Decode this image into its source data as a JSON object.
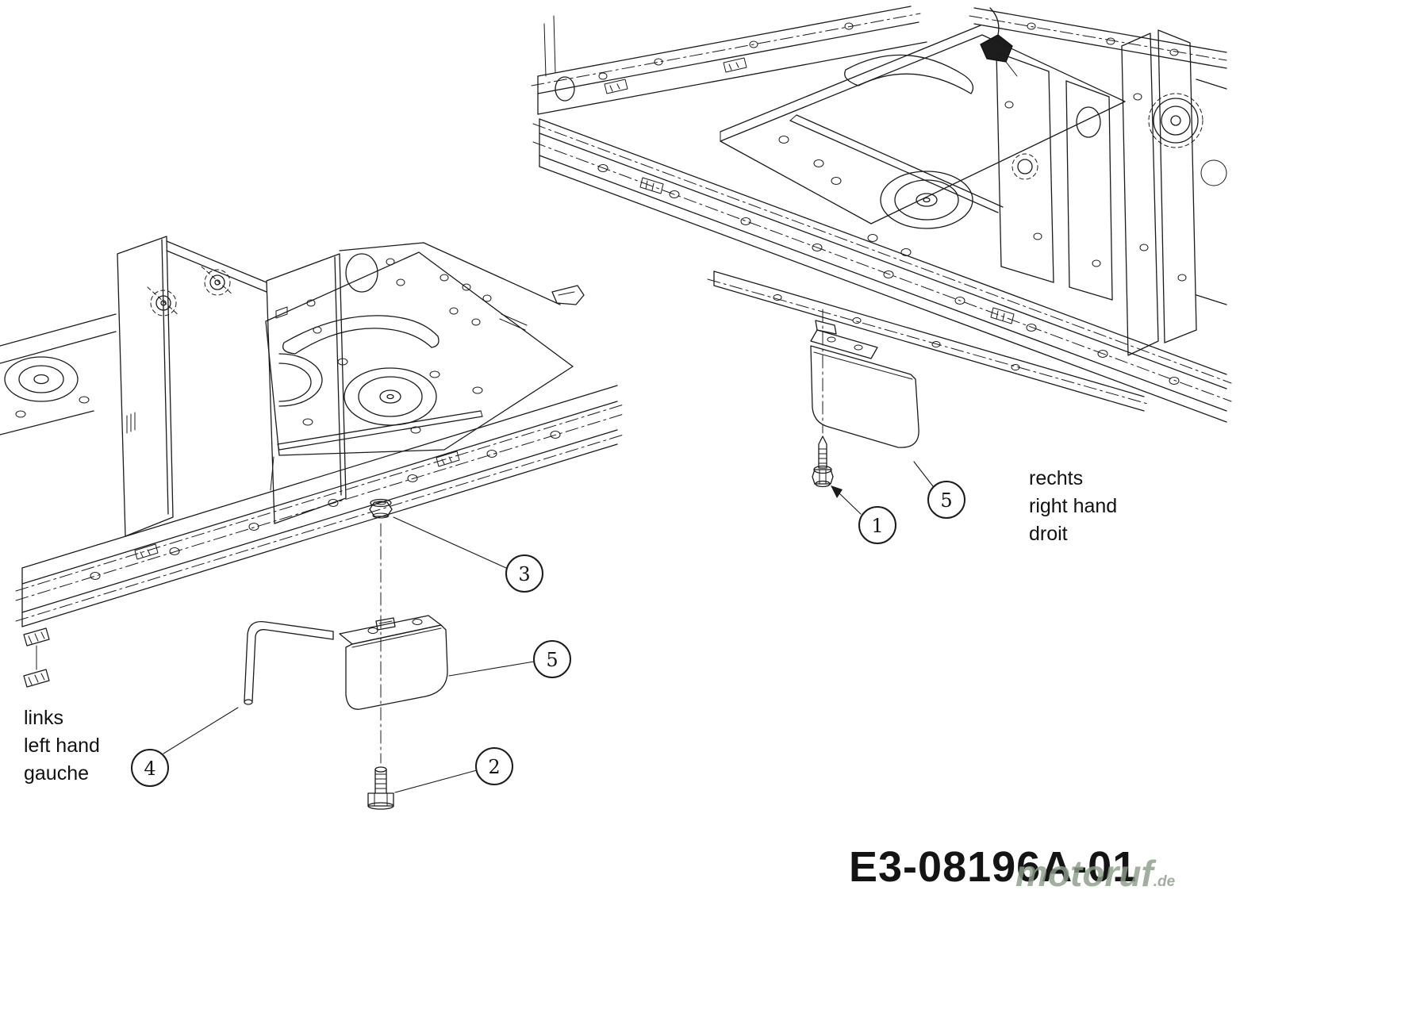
{
  "diagram": {
    "views": {
      "left": {
        "labels": [
          "links",
          "left hand",
          "gauche"
        ]
      },
      "right": {
        "labels": [
          "rechts",
          "right hand",
          "droit"
        ]
      }
    },
    "callouts": [
      {
        "label": "1"
      },
      {
        "label": "2"
      },
      {
        "label": "3"
      },
      {
        "label": "4"
      },
      {
        "label": "5"
      },
      {
        "label": "5"
      }
    ],
    "part_number": "E3-08196A-01",
    "watermark": {
      "name": "motoruf",
      "tld": ".de"
    }
  }
}
